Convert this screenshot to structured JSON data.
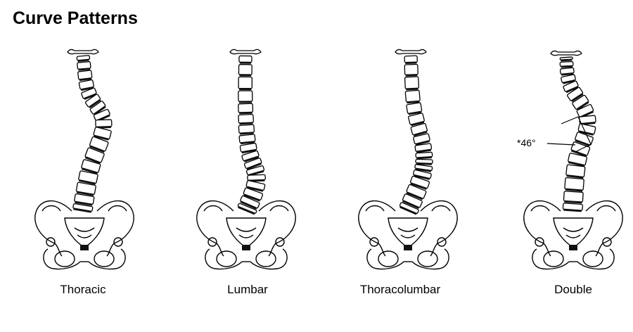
{
  "title": "Curve Patterns",
  "patterns": [
    {
      "label": "Thoracic"
    },
    {
      "label": "Lumbar"
    },
    {
      "label": "Thoracolumbar"
    },
    {
      "label": "Double"
    }
  ],
  "angle_annotation": "*46°",
  "colors": {
    "ink": "#000000",
    "vertebra_fill": "#ffffff",
    "disc": "#111111"
  }
}
